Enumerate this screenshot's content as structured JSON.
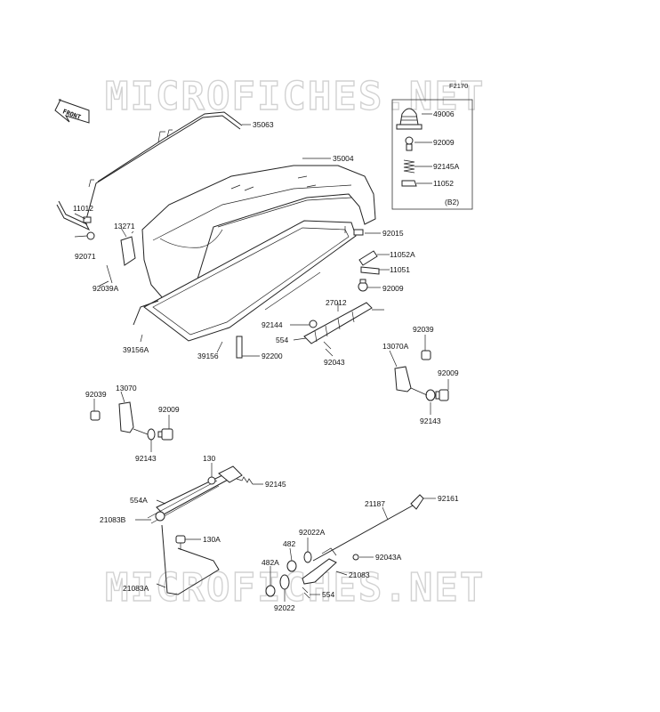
{
  "diagram_code": "F2170",
  "watermark": "MICROFICHES.NET",
  "front_arrow_label": "FRONT",
  "inset": {
    "label": "(B2)",
    "parts": [
      "49006",
      "92009",
      "92145A",
      "11052"
    ]
  },
  "labels": {
    "p35063": "35063",
    "p35004": "35004",
    "p11012": "11012",
    "p13271": "13271",
    "p92071": "92071",
    "p92039A": "92039A",
    "p92015": "92015",
    "p11052A": "11052A",
    "p11051": "11051",
    "p92009a": "92009",
    "p27012": "27012",
    "p92144": "92144",
    "p554a": "554",
    "p92043": "92043",
    "p39156A": "39156A",
    "p39156": "39156",
    "p92200": "92200",
    "p92039a": "92039",
    "p13070A": "13070A",
    "p92009b": "92009",
    "p92143a": "92143",
    "p92039b": "92039",
    "p13070": "13070",
    "p92009c": "92009",
    "p92143b": "92143",
    "p130": "130",
    "p92145": "92145",
    "p554A": "554A",
    "p21083B": "21083B",
    "p130A": "130A",
    "p21083A": "21083A",
    "p21187": "21187",
    "p92161": "92161",
    "p482": "482",
    "p92022A": "92022A",
    "p92043A": "92043A",
    "p482A": "482A",
    "p21083": "21083",
    "p554b": "554",
    "p92022": "92022"
  }
}
